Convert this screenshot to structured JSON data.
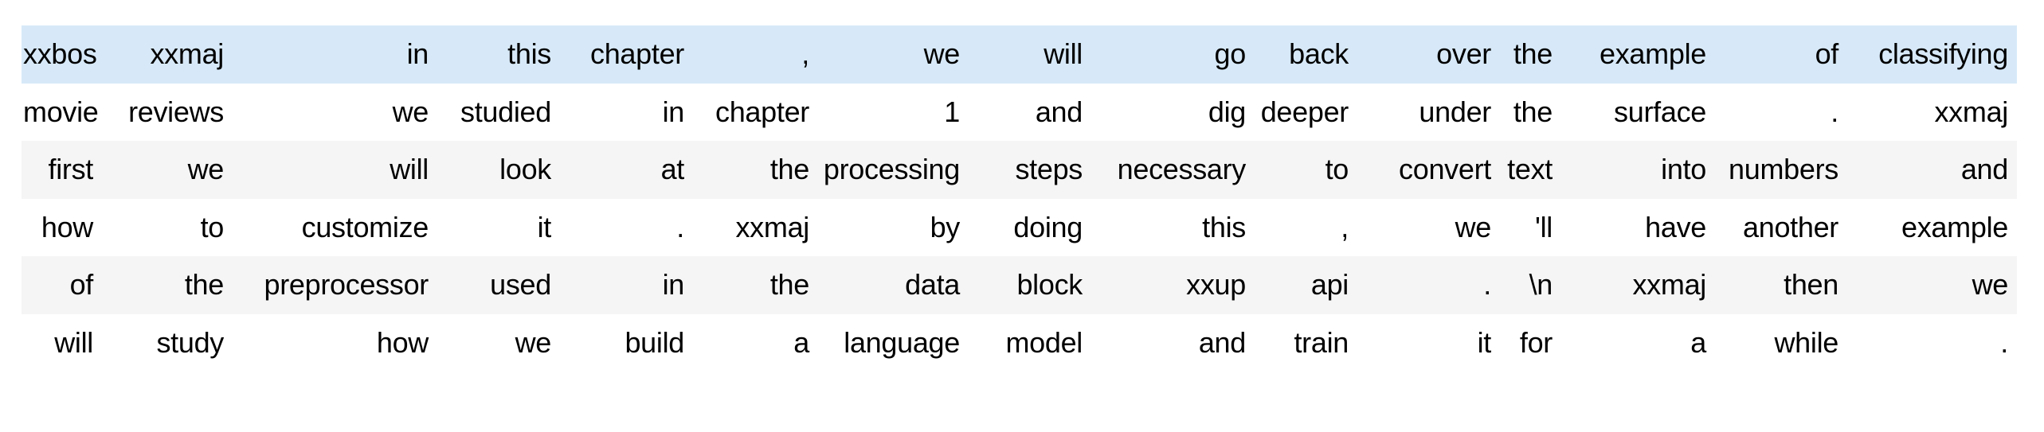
{
  "app": {
    "description": "Notebook output: tokenized text stream shown as a 6x15 table of tokens, first row hover-highlighted"
  },
  "colors": {
    "row_highlight": "#d7e9f8",
    "row_stripe": "#f5f5f5",
    "row_plain": "#ffffff",
    "text": "#000000",
    "background": "#ffffff"
  },
  "table": {
    "num_rows": 6,
    "num_cols": 15,
    "row_styles": [
      "highlight",
      "plain",
      "stripe",
      "plain",
      "stripe",
      "plain"
    ],
    "rows": [
      [
        "xxbos",
        "xxmaj",
        "in",
        "this",
        "chapter",
        ",",
        "we",
        "will",
        "go",
        "back",
        "over",
        "the",
        "example",
        "of",
        "classifying"
      ],
      [
        "movie",
        "reviews",
        "we",
        "studied",
        "in",
        "chapter",
        "1",
        "and",
        "dig",
        "deeper",
        "under",
        "the",
        "surface",
        ".",
        "xxmaj"
      ],
      [
        "first",
        "we",
        "will",
        "look",
        "at",
        "the",
        "processing",
        "steps",
        "necessary",
        "to",
        "convert",
        "text",
        "into",
        "numbers",
        "and"
      ],
      [
        "how",
        "to",
        "customize",
        "it",
        ".",
        "xxmaj",
        "by",
        "doing",
        "this",
        ",",
        "we",
        "'ll",
        "have",
        "another",
        "example"
      ],
      [
        "of",
        "the",
        "preprocessor",
        "used",
        "in",
        "the",
        "data",
        "block",
        "xxup",
        "api",
        ".",
        "\\n",
        "xxmaj",
        "then",
        "we"
      ],
      [
        "will",
        "study",
        "how",
        "we",
        "build",
        "a",
        "language",
        "model",
        "and",
        "train",
        "it",
        "for",
        "a",
        "while",
        "."
      ]
    ]
  }
}
